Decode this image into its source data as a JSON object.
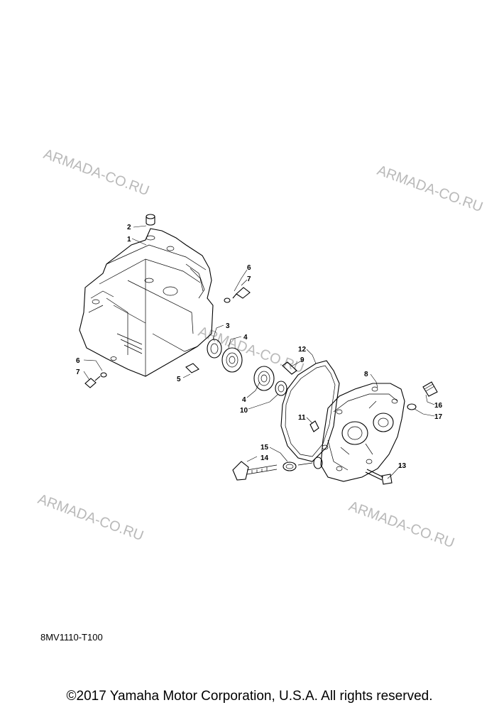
{
  "diagram_code": "8MV1110-T100",
  "copyright": "©2017 Yamaha Motor Corporation, U.S.A. All rights reserved.",
  "watermark": "ARMADA-CO.RU",
  "callouts": [
    "1",
    "2",
    "3",
    "4",
    "4",
    "5",
    "6",
    "6",
    "7",
    "7",
    "8",
    "9",
    "10",
    "11",
    "12",
    "13",
    "14",
    "15",
    "16",
    "17"
  ]
}
